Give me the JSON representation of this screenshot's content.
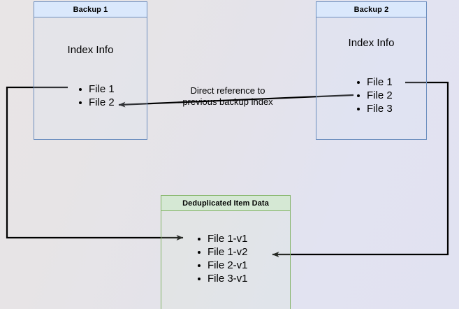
{
  "diagram": {
    "title": "Backup deduplication index reference diagram",
    "colors": {
      "blue_border": "#6c8ebf",
      "blue_header_fill": "#dae8fc",
      "green_border": "#82b366",
      "green_header_fill": "#d5e8d4",
      "edge_stroke": "#000000",
      "background_start": "#e8e5e6",
      "background_end": "#e1e2f1"
    }
  },
  "backup1": {
    "header": "Backup 1",
    "section_label": "Index Info",
    "files": [
      "File 1",
      "File 2"
    ]
  },
  "backup2": {
    "header": "Backup 2",
    "section_label": "Index Info",
    "files": [
      "File 1",
      "File 2",
      "File 3"
    ]
  },
  "dedup": {
    "header": "Deduplicated Item Data",
    "items": [
      "File 1-v1",
      "File 1-v2",
      "File 2-v1",
      "File 3-v1"
    ]
  },
  "annotation": {
    "line1": "Direct reference to",
    "line2": "previous backup index"
  },
  "edges": [
    {
      "name": "backup1-file1-to-dedup-file1v1",
      "from": "Backup 1 / File 1",
      "to": "Deduplicated Item Data / File 1-v1",
      "arrow": "end"
    },
    {
      "name": "backup2-file1-to-dedup-file1v2",
      "from": "Backup 2 / File 1",
      "to": "Deduplicated Item Data / File 1-v2",
      "arrow": "end"
    },
    {
      "name": "backup2-file2-to-backup1-file2",
      "from": "Backup 2 / File 2",
      "to": "Backup 1 / File 2",
      "arrow": "end",
      "label": "Direct reference to previous backup index"
    }
  ]
}
